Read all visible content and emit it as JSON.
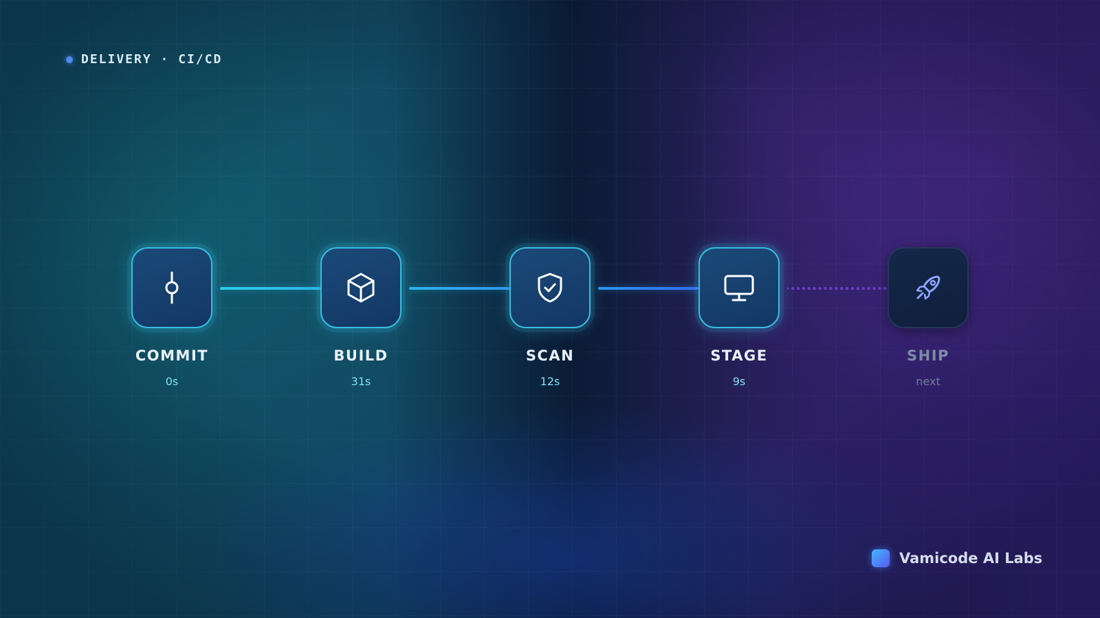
{
  "header": {
    "tag": "DELIVERY · CI/CD"
  },
  "pipeline": {
    "steps": [
      {
        "label": "COMMIT",
        "time": "0s",
        "icon": "git-commit-icon",
        "status": "done"
      },
      {
        "label": "BUILD",
        "time": "31s",
        "icon": "package-icon",
        "status": "done"
      },
      {
        "label": "SCAN",
        "time": "12s",
        "icon": "shield-check-icon",
        "status": "done"
      },
      {
        "label": "STAGE",
        "time": "9s",
        "icon": "monitor-icon",
        "status": "done"
      },
      {
        "label": "SHIP",
        "time": "next",
        "icon": "rocket-icon",
        "status": "pending"
      }
    ],
    "colors": {
      "active_border": "#38bde0",
      "line_start": "#2ad0e6",
      "line_end": "#2f6cf0",
      "pending_line": "#6a3fc9"
    }
  },
  "brand": {
    "name": "Vamicode AI Labs"
  }
}
